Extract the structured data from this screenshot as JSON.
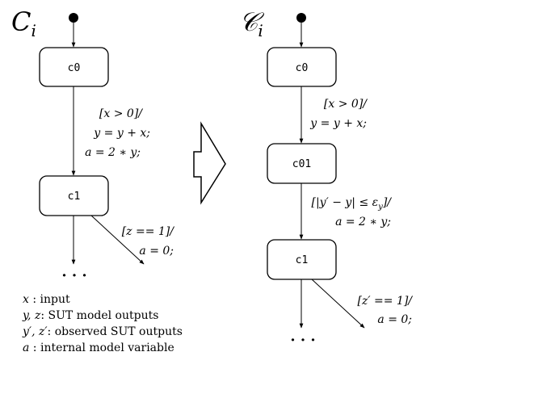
{
  "left_diagram": {
    "title": {
      "main": "C",
      "sub": "i"
    },
    "states": [
      {
        "id": "c0",
        "label": "c0"
      },
      {
        "id": "c1",
        "label": "c1"
      }
    ],
    "transitions": [
      {
        "lines": [
          "[x > 0]/",
          "y = y + x;",
          "a = 2 ∗ y;"
        ]
      },
      {
        "lines": [
          "[z == 1]/",
          "a = 0;"
        ]
      }
    ],
    "ellipsis": "· · ·"
  },
  "right_diagram": {
    "title": {
      "main": "𝒞",
      "sub": "i"
    },
    "states": [
      {
        "id": "c0",
        "label": "c0"
      },
      {
        "id": "c01",
        "label": "c01"
      },
      {
        "id": "c1",
        "label": "c1"
      }
    ],
    "transitions": [
      {
        "lines": [
          "[x > 0]/",
          "y = y + x;"
        ]
      },
      {
        "lines": [
          "[|y′ − y| ≤ ε",
          "y",
          "]/",
          "a = 2 ∗ y;"
        ]
      },
      {
        "lines": [
          "[z′ == 1]/",
          "a = 0;"
        ]
      }
    ],
    "ellipsis": "· · ·"
  },
  "legend": [
    {
      "term": "x",
      "desc": " : input"
    },
    {
      "term": "y, z",
      "desc": ": SUT model outputs"
    },
    {
      "term": "y′, z′",
      "desc": ": observed SUT outputs"
    },
    {
      "term": "a",
      "desc": " : internal model variable"
    }
  ],
  "colors": {
    "stroke": "#000000",
    "background": "#ffffff"
  }
}
